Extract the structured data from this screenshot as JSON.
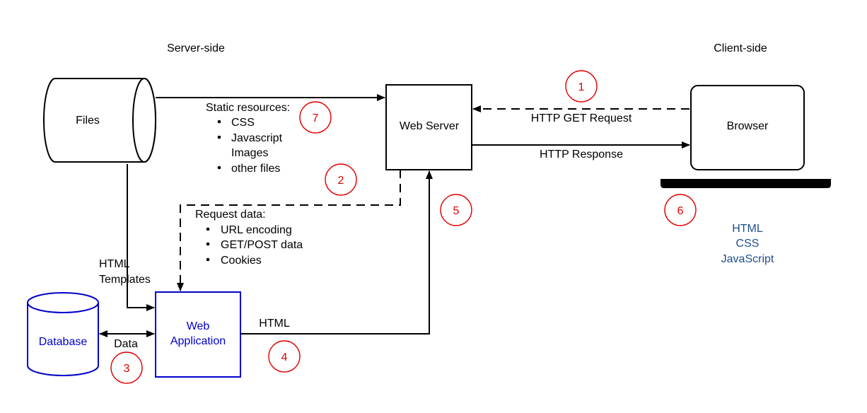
{
  "sections": {
    "server_side": "Server-side",
    "client_side": "Client-side"
  },
  "nodes": {
    "files": "Files",
    "web_server": "Web Server",
    "browser": "Browser",
    "database": "Database",
    "web_application": [
      "Web",
      "Application"
    ]
  },
  "edge_labels": {
    "http_get_request": "HTTP GET Request",
    "http_response": "HTTP Response",
    "html": "HTML",
    "data": "Data",
    "html_templates": [
      "HTML",
      "Templates"
    ]
  },
  "static_resources": {
    "title": "Static resources:",
    "items": [
      "CSS",
      "Javascript",
      "Images",
      "other files"
    ]
  },
  "request_data": {
    "title": "Request data:",
    "items": [
      "URL encoding",
      "GET/POST data",
      "Cookies"
    ]
  },
  "client_technologies": [
    "HTML",
    "CSS",
    "JavaScript"
  ],
  "steps": [
    "1",
    "2",
    "3",
    "4",
    "5",
    "6",
    "7"
  ],
  "colors": {
    "step_badge": "#e00000",
    "web_application": "#0000cc",
    "database": "#0000cc",
    "client_technologies": "#1f4e8c"
  }
}
